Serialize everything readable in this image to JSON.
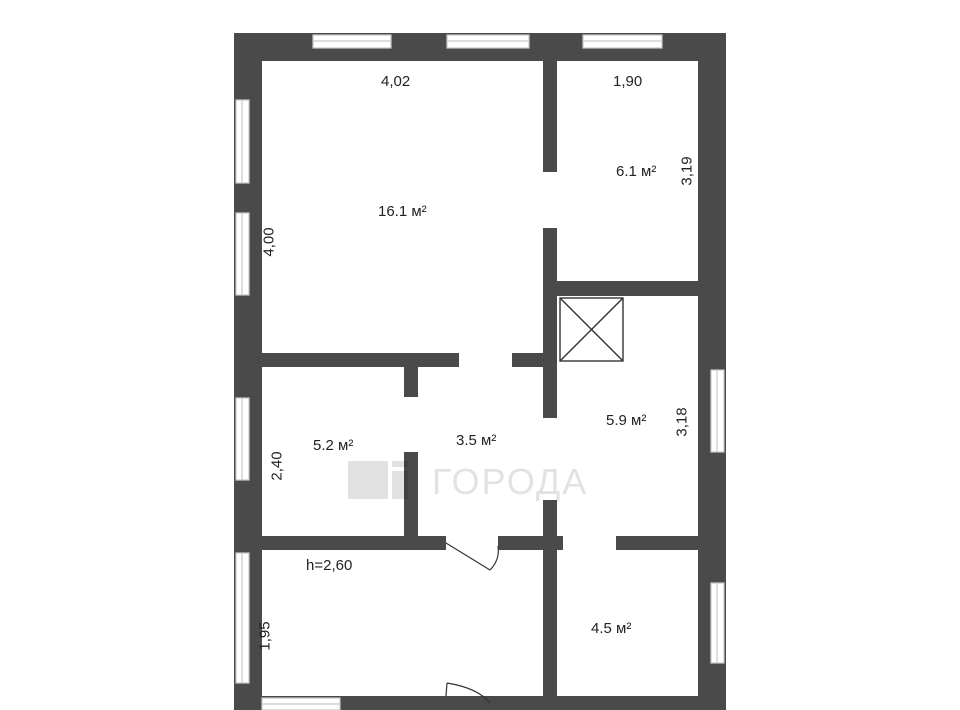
{
  "colors": {
    "wall": "#4a4a4a",
    "window_frame": "#c9c9c9",
    "background": "#ffffff",
    "text": "#222222"
  },
  "watermark": "ГОРОДА",
  "rooms": {
    "living": {
      "area": "16.1 м²",
      "dim_top": "4,02",
      "dim_side": "4,00"
    },
    "small": {
      "area": "6.1 м²",
      "dim_top": "1,90",
      "dim_side": "3,19"
    },
    "hall": {
      "area": "3.5 м²"
    },
    "west": {
      "area": "5.2 м²",
      "dim_side": "2,40"
    },
    "east": {
      "area": "5.9 м²",
      "dim_side": "3,18"
    },
    "bath": {
      "area": "4.5 м²"
    },
    "bottom_left": {
      "dim_side": "1,95"
    }
  },
  "ceiling_height": "h=2,60"
}
